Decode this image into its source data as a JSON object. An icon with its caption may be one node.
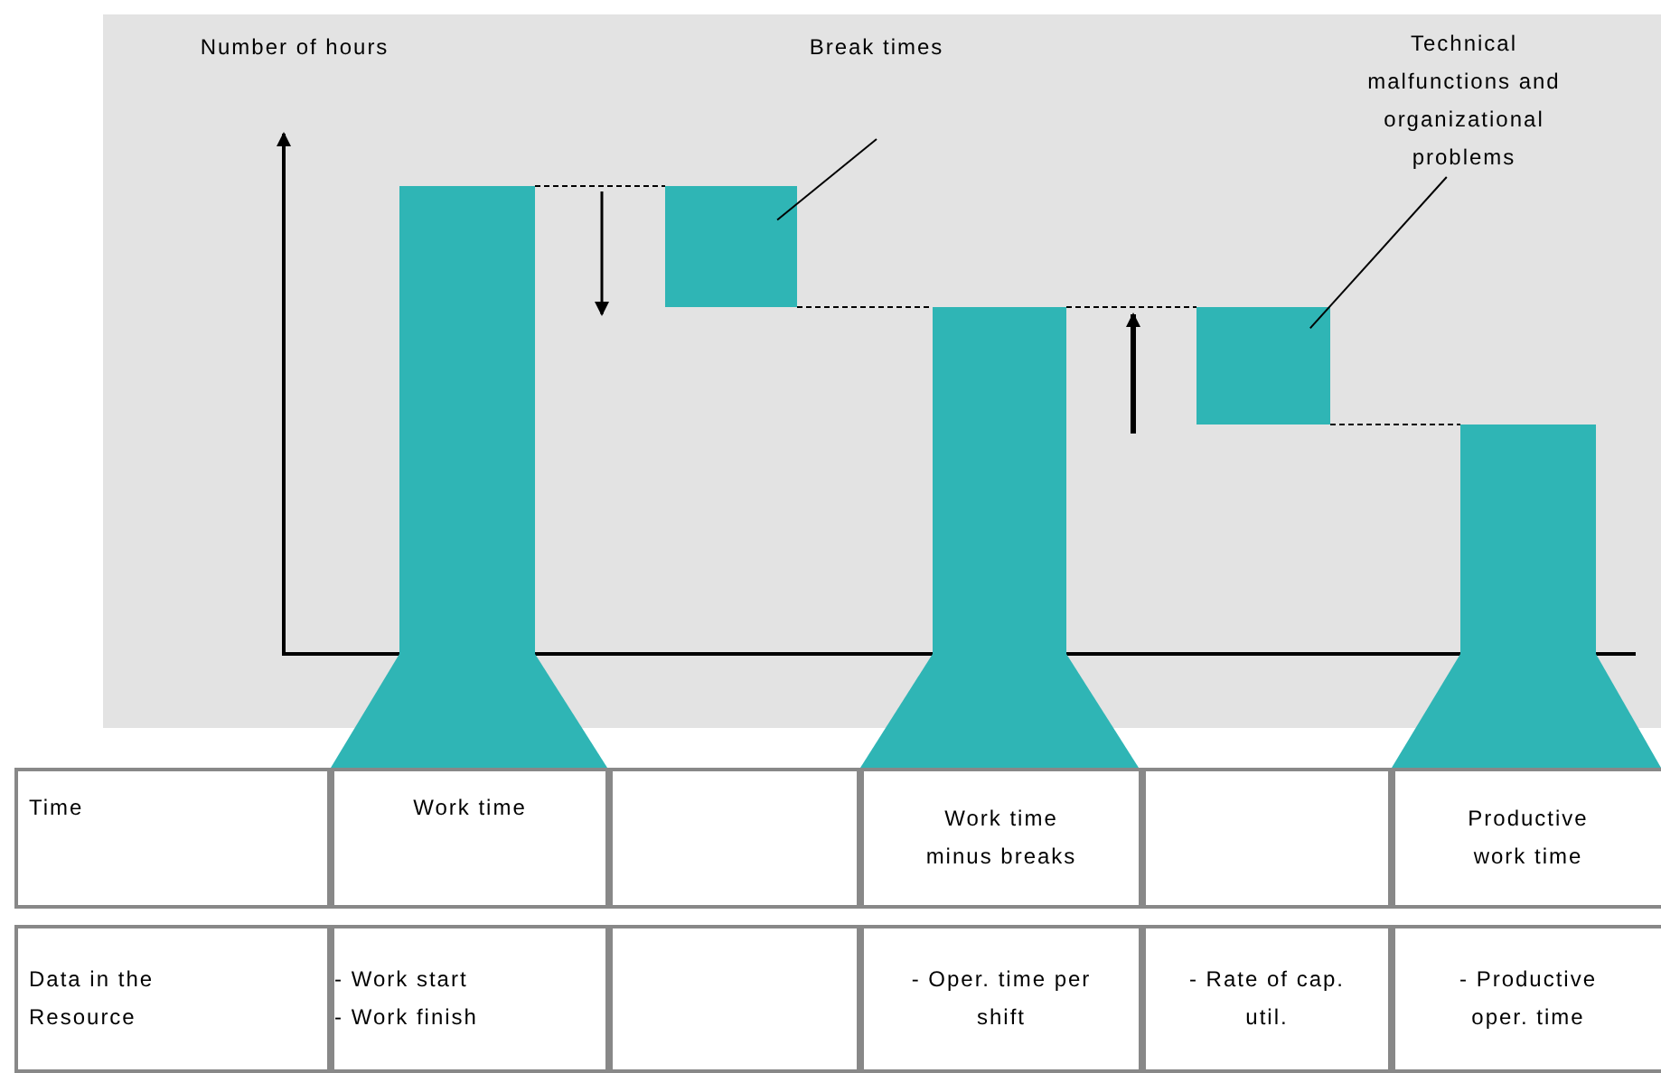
{
  "diagram": {
    "nodes": [
      {
        "text": [],
        "shape": "bar"
      },
      {
        "text": [
          "Break times"
        ]
      },
      {
        "text": [],
        "shape": "box"
      },
      {
        "text": [],
        "shape": "bar"
      },
      {
        "text": [
          "Technical malfunctions and organizational problems"
        ]
      },
      {
        "text": [],
        "shape": "box"
      },
      {
        "text": [],
        "shape": "bar"
      }
    ],
    "edges": [
      {
        "from": 1,
        "to": 2,
        "arrow": "none"
      },
      {
        "from": 4,
        "to": 5,
        "arrow": "none"
      },
      {
        "from": 0,
        "to": 2,
        "arrow": "none",
        "style": "dashed"
      },
      {
        "from": 2,
        "to": 3,
        "arrow": "none",
        "style": "dashed"
      },
      {
        "from": 3,
        "to": 5,
        "arrow": "none",
        "style": "dashed"
      },
      {
        "from": 5,
        "to": 6,
        "arrow": "none",
        "style": "dashed"
      }
    ],
    "labels": [
      "Number of hours",
      "Time",
      "Work time",
      "Work time minus breaks",
      "Productive work time",
      "Data in the Resource",
      "- Work start",
      "- Work finish",
      "- Oper. time per shift",
      "- Rate of cap. util.",
      "- Productive oper. time"
    ]
  }
}
